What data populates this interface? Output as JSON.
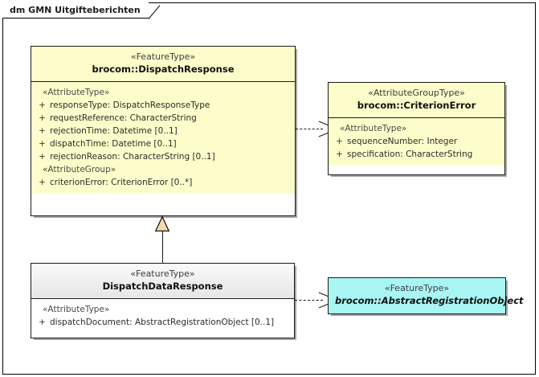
{
  "frame": {
    "label": "dm GMN Uitgifteberichten"
  },
  "classes": {
    "dispatch_response": {
      "stereotype": "«FeatureType»",
      "name": "brocom::DispatchResponse",
      "groups": [
        {
          "stereotype": "«AttributeType»",
          "attributes": [
            {
              "visibility": "+",
              "text": "responseType: DispatchResponseType"
            },
            {
              "visibility": "+",
              "text": "requestReference: CharacterString"
            },
            {
              "visibility": "+",
              "text": "rejectionTime: Datetime [0..1]"
            },
            {
              "visibility": "+",
              "text": "dispatchTime: Datetime [0..1]"
            },
            {
              "visibility": "+",
              "text": "rejectionReason: CharacterString [0..1]"
            }
          ]
        },
        {
          "stereotype": "«AttributeGroup»",
          "attributes": [
            {
              "visibility": "+",
              "text": "criterionError: CriterionError [0..*]"
            }
          ]
        }
      ]
    },
    "criterion_error": {
      "stereotype": "«AttributeGroupType»",
      "name": "brocom::CriterionError",
      "groups": [
        {
          "stereotype": "«AttributeType»",
          "attributes": [
            {
              "visibility": "+",
              "text": "sequenceNumber: Integer"
            },
            {
              "visibility": "+",
              "text": "specification: CharacterString"
            }
          ]
        }
      ]
    },
    "dispatch_data_response": {
      "stereotype": "«FeatureType»",
      "name": "DispatchDataResponse",
      "groups": [
        {
          "stereotype": "«AttributeType»",
          "attributes": [
            {
              "visibility": "+",
              "text": "dispatchDocument: AbstractRegistrationObject [0..1]"
            }
          ]
        }
      ]
    },
    "abstract_registration_object": {
      "stereotype": "«FeatureType»",
      "name": "brocom::AbstractRegistrationObject"
    }
  },
  "connectors": [
    {
      "name": "dependency-dispatch-response-to-criterion-error",
      "kind": "dependency"
    },
    {
      "name": "dependency-dispatch-data-response-to-abstract-registration-object",
      "kind": "dependency"
    },
    {
      "name": "generalization-dispatch-data-response-to-dispatch-response",
      "kind": "generalization"
    }
  ],
  "colors": {
    "class_yellow": "#fdfdcb",
    "class_cyan": "#a8f5f3",
    "class_gray_header": "#eeeeee",
    "border": "#1a1a1a",
    "generalization_fill": "#f5dcab"
  }
}
